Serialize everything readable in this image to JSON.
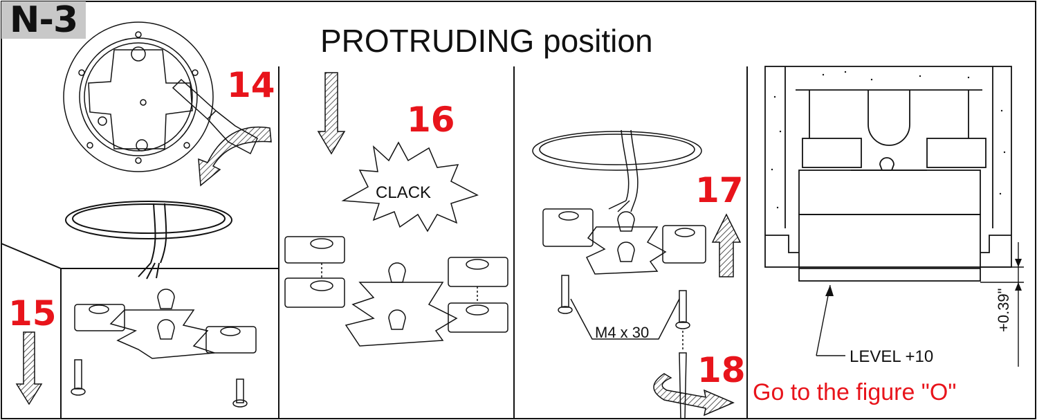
{
  "badge": "N-3",
  "title": "PROTRUDING position",
  "steps": {
    "s14": "14",
    "s15": "15",
    "s16": "16",
    "s17": "17",
    "s18": "18"
  },
  "callouts": {
    "clack": "CLACK",
    "screw": "M4 x 30",
    "level": "LEVEL +10",
    "offset": "+0.39\""
  },
  "footer_note": "Go to the figure \"O\"",
  "colors": {
    "step_red": "#e8141b",
    "badge_gray": "#c8c8c8",
    "line": "#111111"
  }
}
